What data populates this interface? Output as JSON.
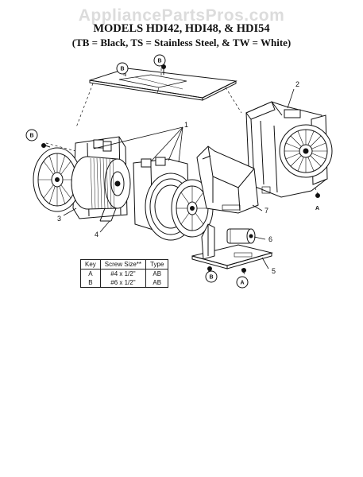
{
  "watermark": "AppliancePartsPros.com",
  "title": {
    "line1": "MODELS HDI42, HDI48, & HDI54",
    "line2": "(TB = Black, TS = Stainless Steel, & TW = White)"
  },
  "callouts": {
    "c1": "1",
    "c2": "2",
    "c3": "3",
    "c4": "4",
    "c5": "5",
    "c6": "6",
    "c7": "7"
  },
  "screw_keys": {
    "b_top_a": "B",
    "b_top_b": "B",
    "b_left": "B",
    "a_right": "A",
    "b_bottom": "B",
    "a_bottom": "A"
  },
  "table": {
    "headers": [
      "Key",
      "Screw Size**",
      "Type"
    ],
    "rows": [
      [
        "A",
        "#4 x 1/2\"",
        "AB"
      ],
      [
        "B",
        "#6 x 1/2\"",
        "AB"
      ]
    ]
  }
}
